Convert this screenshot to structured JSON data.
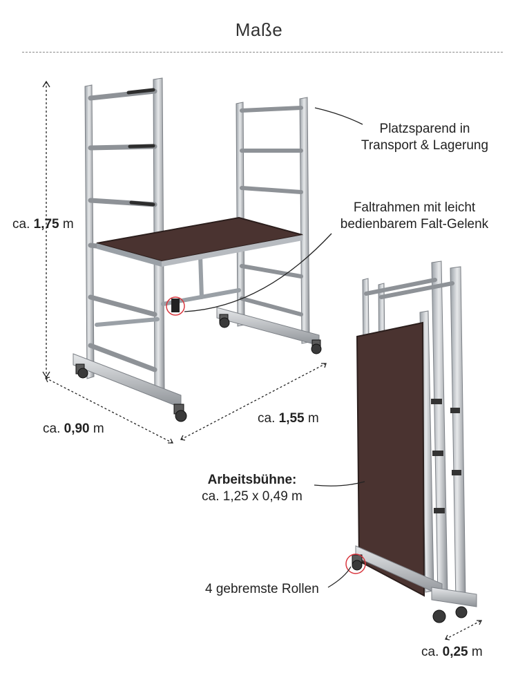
{
  "title": "Maße",
  "dimensions": {
    "height": {
      "prefix": "ca.",
      "value": "1,75",
      "unit": "m"
    },
    "depth": {
      "prefix": "ca.",
      "value": "0,90",
      "unit": "m"
    },
    "length": {
      "prefix": "ca.",
      "value": "1,55",
      "unit": "m"
    },
    "folded_depth": {
      "prefix": "ca.",
      "value": "0,25",
      "unit": "m"
    }
  },
  "callouts": {
    "storage": {
      "line1": "Platzsparend in",
      "line2": "Transport & Lagerung"
    },
    "folding_frame": {
      "line1": "Faltrahmen mit leicht",
      "line2": "bedienbarem Falt-Gelenk"
    },
    "platform": {
      "heading": "Arbeitsbühne:",
      "size": "ca. 1,25 x 0,49 m"
    },
    "wheels": {
      "text": "4 gebremste Rollen"
    }
  },
  "colors": {
    "aluminium": "#c9ccd0",
    "aluminium_dark": "#8e9297",
    "platform_board": "#4a3330",
    "highlight_ring": "#d9363e",
    "caster": "#3a3a3a"
  }
}
